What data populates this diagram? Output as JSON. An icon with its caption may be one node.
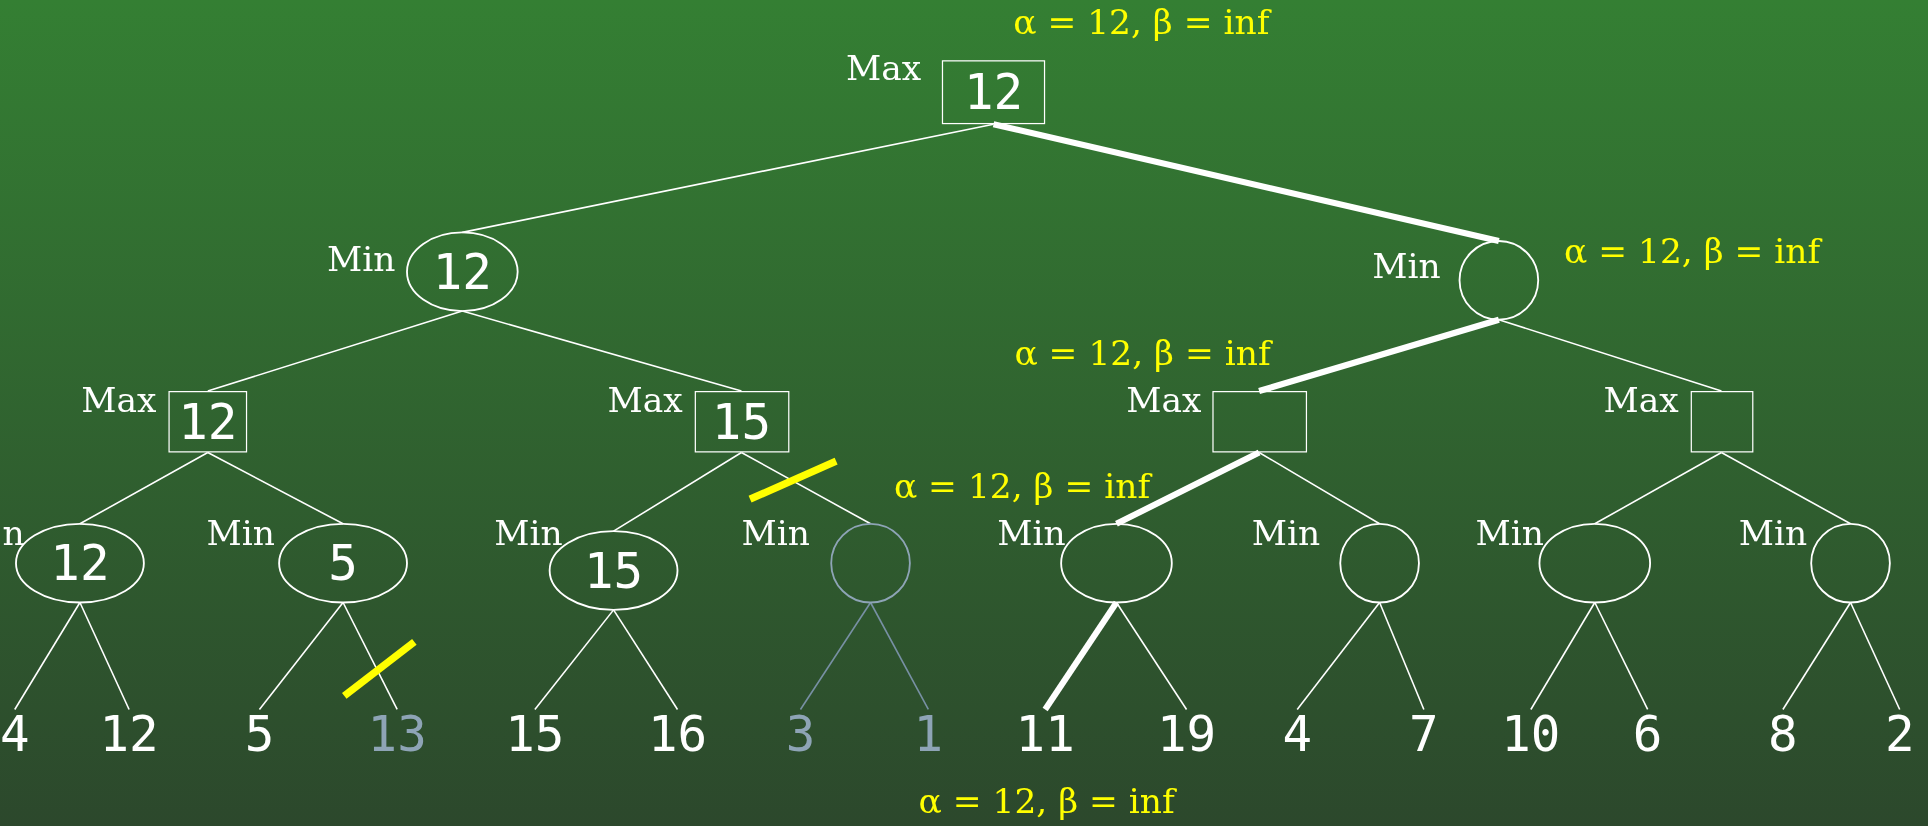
{
  "diagram": {
    "nodes": [
      {
        "text": [
          "12"
        ],
        "beside": [
          "Max",
          "α = 12, β = inf"
        ]
      },
      {
        "text": [
          "12"
        ],
        "beside": [
          "Min"
        ]
      },
      {
        "text": [],
        "shape": "circle",
        "beside": [
          "Min",
          "α = 12, β = inf"
        ]
      },
      {
        "text": [
          "12"
        ],
        "beside": [
          "Max"
        ]
      },
      {
        "text": [
          "15"
        ],
        "beside": [
          "Max"
        ]
      },
      {
        "text": [],
        "shape": "box",
        "beside": [
          "Max"
        ]
      },
      {
        "text": [],
        "shape": "box",
        "beside": [
          "Max"
        ]
      },
      {
        "text": [
          "12"
        ],
        "beside": [
          "n"
        ]
      },
      {
        "text": [
          "5"
        ],
        "beside": [
          "Min"
        ]
      },
      {
        "text": [
          "15"
        ],
        "beside": [
          "Min"
        ]
      },
      {
        "text": [],
        "shape": "circle",
        "beside": [
          "Min"
        ]
      },
      {
        "text": [],
        "shape": "circle",
        "beside": [
          "Min"
        ]
      },
      {
        "text": [],
        "shape": "circle",
        "beside": [
          "Min"
        ]
      },
      {
        "text": [],
        "shape": "circle",
        "beside": [
          "Min"
        ]
      },
      {
        "text": [],
        "shape": "circle",
        "beside": [
          "Min"
        ]
      },
      {
        "text": [
          "4"
        ]
      },
      {
        "text": [
          "12"
        ]
      },
      {
        "text": [
          "5"
        ]
      },
      {
        "text": [
          "13"
        ]
      },
      {
        "text": [
          "15"
        ]
      },
      {
        "text": [
          "16"
        ]
      },
      {
        "text": [
          "3"
        ]
      },
      {
        "text": [
          "1"
        ]
      },
      {
        "text": [
          "11"
        ]
      },
      {
        "text": [
          "19"
        ]
      },
      {
        "text": [
          "4"
        ]
      },
      {
        "text": [
          "7"
        ]
      },
      {
        "text": [
          "10"
        ]
      },
      {
        "text": [
          "6"
        ]
      },
      {
        "text": [
          "8"
        ]
      },
      {
        "text": [
          "2"
        ]
      }
    ],
    "edges": [
      {
        "from": 0,
        "to": 1,
        "arrow": "none"
      },
      {
        "from": 0,
        "to": 2,
        "arrow": "none",
        "style": "thick"
      },
      {
        "from": 1,
        "to": 3,
        "arrow": "none"
      },
      {
        "from": 1,
        "to": 4,
        "arrow": "none"
      },
      {
        "from": 2,
        "to": 5,
        "arrow": "none",
        "style": "thick"
      },
      {
        "from": 2,
        "to": 6,
        "arrow": "none"
      },
      {
        "from": 3,
        "to": 7,
        "arrow": "none"
      },
      {
        "from": 3,
        "to": 8,
        "arrow": "none"
      },
      {
        "from": 4,
        "to": 9,
        "arrow": "none"
      },
      {
        "from": 4,
        "to": 10,
        "arrow": "none"
      },
      {
        "from": 5,
        "to": 11,
        "arrow": "none",
        "style": "thick"
      },
      {
        "from": 5,
        "to": 12,
        "arrow": "none"
      },
      {
        "from": 6,
        "to": 13,
        "arrow": "none"
      },
      {
        "from": 6,
        "to": 14,
        "arrow": "none"
      },
      {
        "from": 7,
        "to": 15,
        "arrow": "none"
      },
      {
        "from": 7,
        "to": 16,
        "arrow": "none"
      },
      {
        "from": 8,
        "to": 17,
        "arrow": "none"
      },
      {
        "from": 8,
        "to": 18,
        "arrow": "none"
      },
      {
        "from": 9,
        "to": 19,
        "arrow": "none"
      },
      {
        "from": 9,
        "to": 20,
        "arrow": "none"
      },
      {
        "from": 10,
        "to": 21,
        "arrow": "none",
        "color": "#7890a4"
      },
      {
        "from": 10,
        "to": 22,
        "arrow": "none",
        "color": "#7890a4"
      },
      {
        "from": 11,
        "to": 23,
        "arrow": "none",
        "style": "thick"
      },
      {
        "from": 11,
        "to": 24,
        "arrow": "none"
      },
      {
        "from": 12,
        "to": 25,
        "arrow": "none"
      },
      {
        "from": 12,
        "to": 26,
        "arrow": "none"
      },
      {
        "from": 13,
        "to": 27,
        "arrow": "none"
      },
      {
        "from": 13,
        "to": 28,
        "arrow": "none"
      },
      {
        "from": 14,
        "to": 29,
        "arrow": "none"
      },
      {
        "from": 14,
        "to": 30,
        "arrow": "none"
      }
    ],
    "labels": [
      "α = 12, β = inf",
      "α = 12, β = inf",
      "α = 12, β = inf"
    ]
  }
}
